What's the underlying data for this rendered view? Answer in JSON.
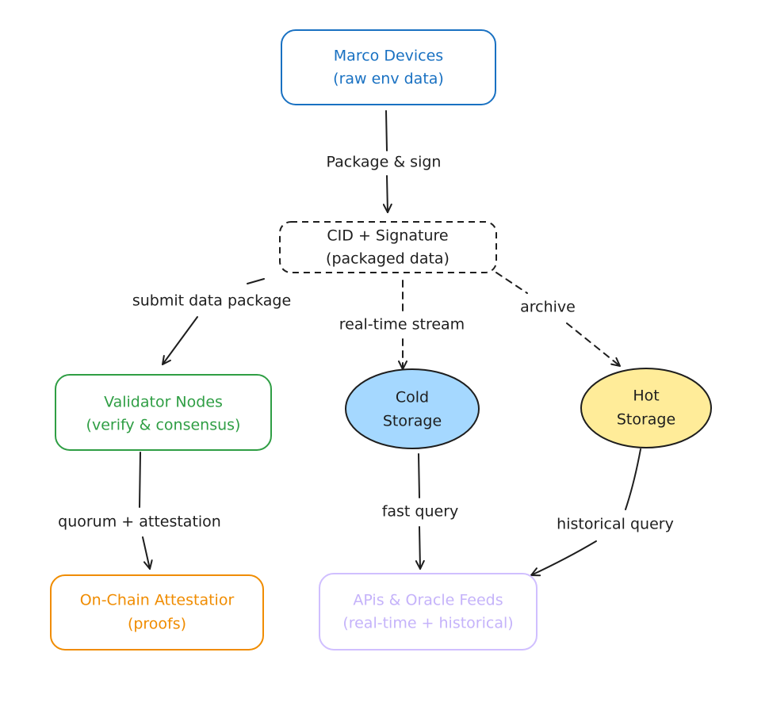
{
  "diagram": {
    "nodes": [
      {
        "id": "marco",
        "shape": "rounded-rect",
        "lines": [
          "Marco Devices",
          "(raw env data)"
        ],
        "stroke": "#1971c2",
        "fill": "#ffffff",
        "text_color": "#1971c2",
        "dashed": false
      },
      {
        "id": "cid",
        "shape": "rounded-rect",
        "lines": [
          "CID + Signature",
          "(packaged data)"
        ],
        "stroke": "#1e1e1e",
        "fill": "#ffffff",
        "text_color": "#1e1e1e",
        "dashed": true
      },
      {
        "id": "validator",
        "shape": "rounded-rect",
        "lines": [
          "Validator Nodes",
          "(verify & consensus)"
        ],
        "stroke": "#2f9e44",
        "fill": "#ffffff",
        "text_color": "#2f9e44",
        "dashed": false
      },
      {
        "id": "cold",
        "shape": "ellipse",
        "lines": [
          "Cold",
          "Storage"
        ],
        "stroke": "#1e1e1e",
        "fill": "#a5d8ff",
        "text_color": "#1e1e1e",
        "dashed": false
      },
      {
        "id": "hot",
        "shape": "ellipse",
        "lines": [
          "Hot",
          "Storage"
        ],
        "stroke": "#1e1e1e",
        "fill": "#ffec99",
        "text_color": "#1e1e1e",
        "dashed": false
      },
      {
        "id": "onchain",
        "shape": "rounded-rect",
        "lines": [
          "On-Chain Attestatior",
          "(proofs)"
        ],
        "stroke": "#f08c00",
        "fill": "#ffffff",
        "text_color": "#f08c00",
        "dashed": false
      },
      {
        "id": "apis",
        "shape": "rounded-rect",
        "lines": [
          "APis & Oracle Feeds",
          "(real-time + historical)"
        ],
        "stroke": "#d0bfff",
        "fill": "#ffffff",
        "text_color": "#c5b3fa",
        "dashed": false
      }
    ],
    "edges": [
      {
        "id": "package-sign",
        "from": "marco",
        "to": "cid",
        "label": "Package & sign",
        "dashed": false
      },
      {
        "id": "submit",
        "from": "cid",
        "to": "validator",
        "label": "submit data package",
        "dashed": false
      },
      {
        "id": "realtime",
        "from": "cid",
        "to": "cold",
        "label": "real-time stream",
        "dashed": true
      },
      {
        "id": "archive",
        "from": "cid",
        "to": "hot",
        "label": "archive",
        "dashed": true
      },
      {
        "id": "quorum",
        "from": "validator",
        "to": "onchain",
        "label": "quorum + attestation",
        "dashed": false
      },
      {
        "id": "fast",
        "from": "cold",
        "to": "apis",
        "label": "fast query",
        "dashed": false
      },
      {
        "id": "historical",
        "from": "hot",
        "to": "apis",
        "label": "historical query",
        "dashed": false
      }
    ]
  }
}
